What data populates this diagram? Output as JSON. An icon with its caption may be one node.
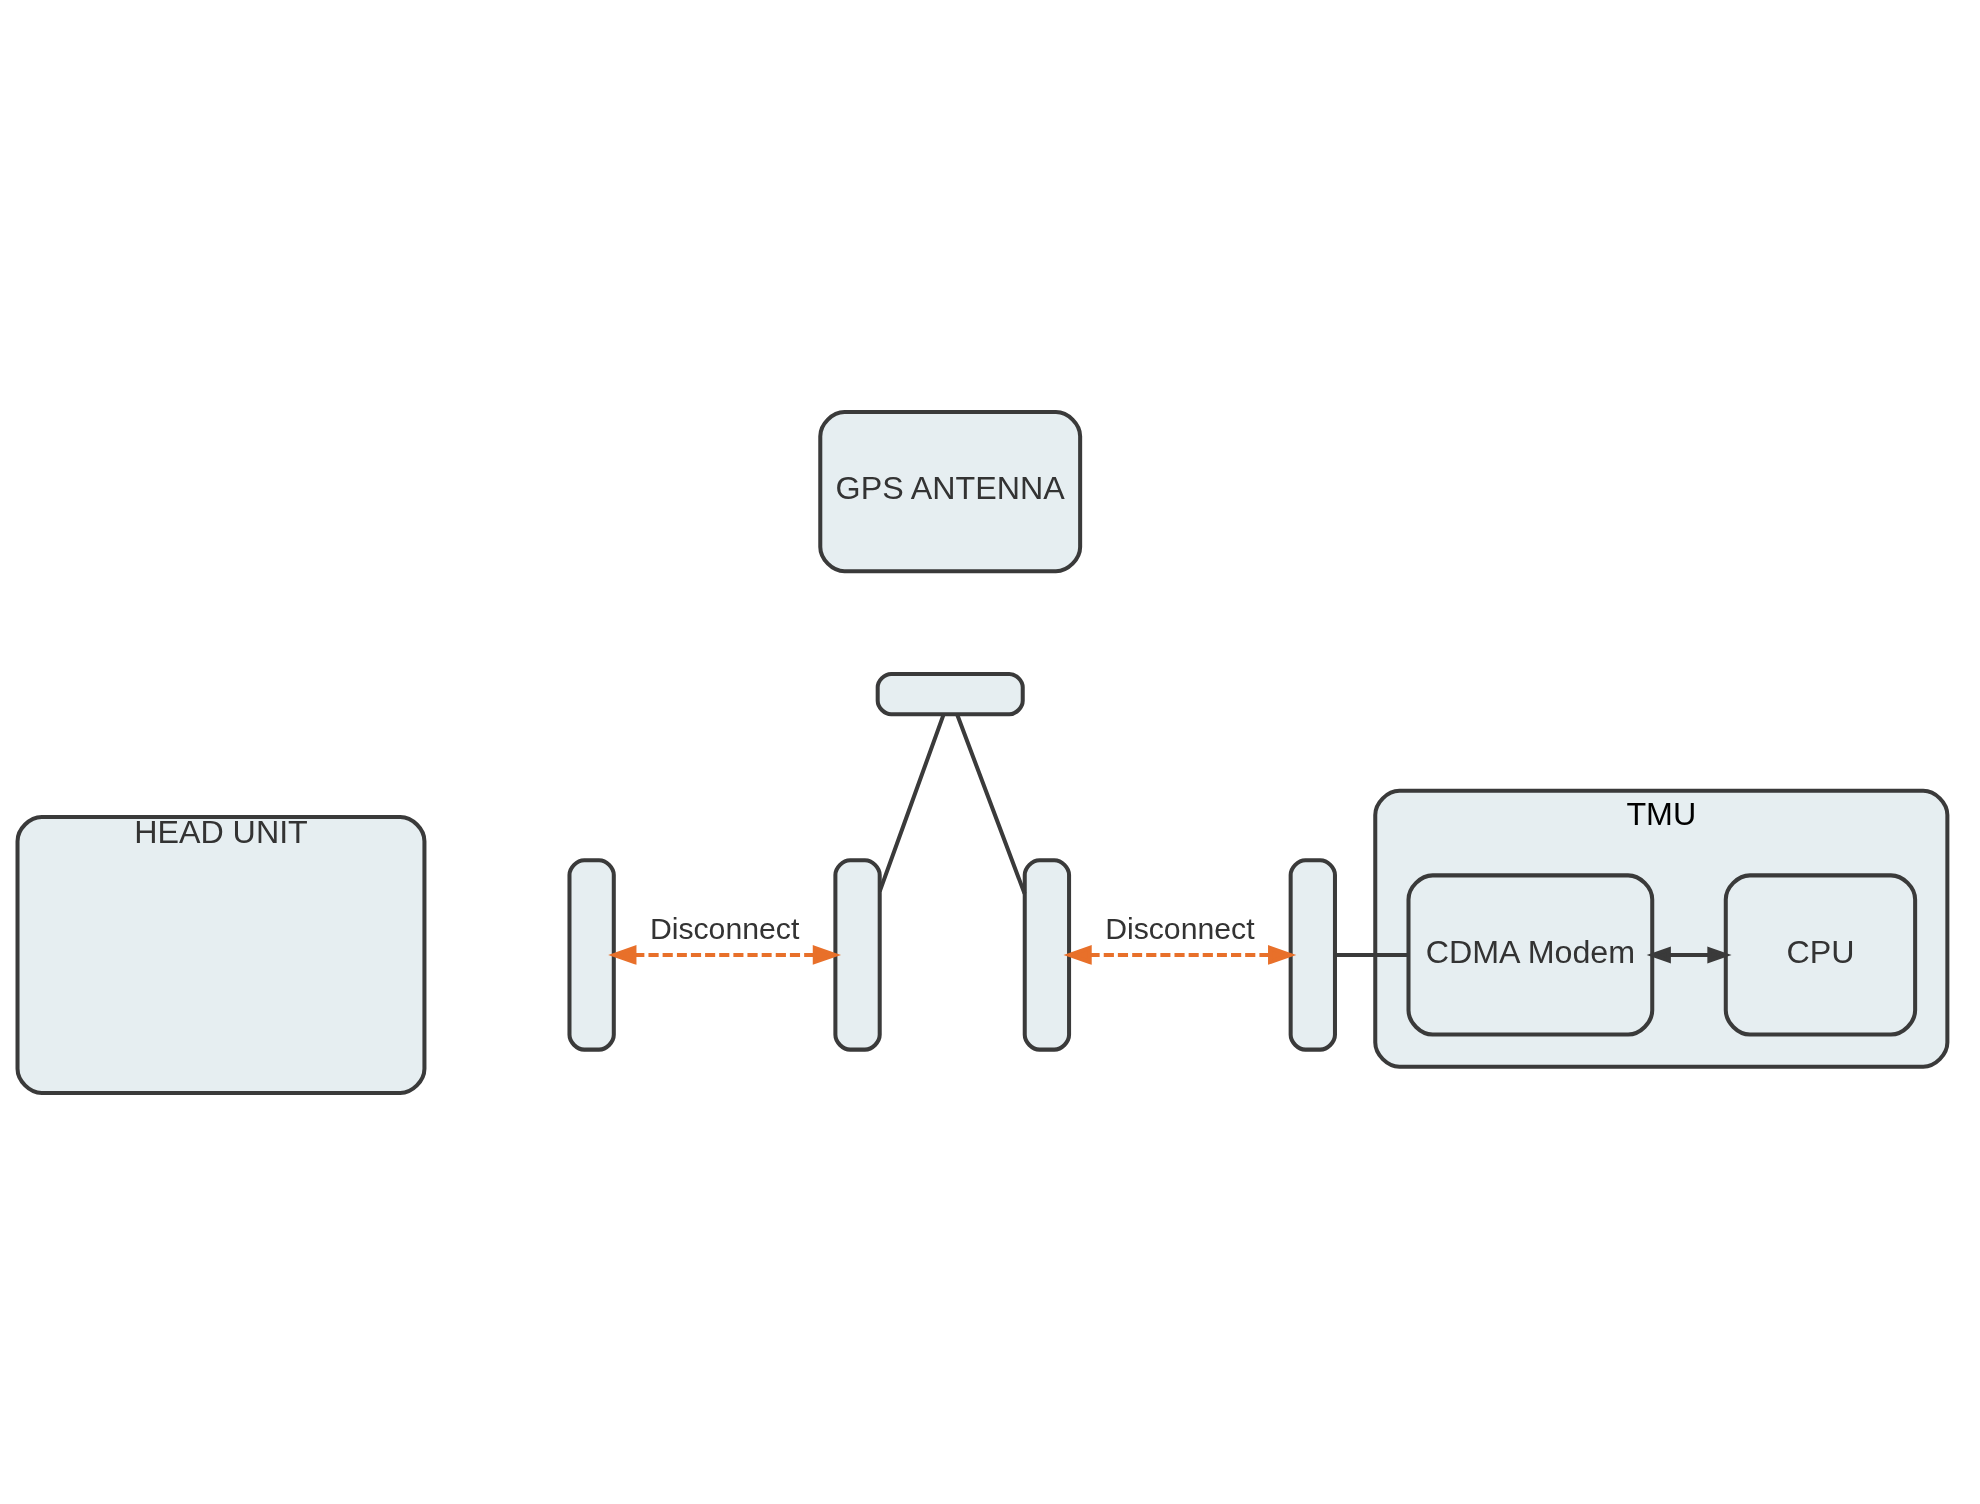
{
  "diagram": {
    "nodes": [
      {
        "text": [
          "GPS ANTENNA"
        ]
      },
      {
        "text": [],
        "shape": "box"
      },
      {
        "text": [
          "HEAD UNIT"
        ]
      },
      {
        "text": [],
        "shape": "box"
      },
      {
        "text": [],
        "shape": "box"
      },
      {
        "text": [],
        "shape": "box"
      },
      {
        "text": [],
        "shape": "box"
      },
      {
        "text": [
          "TMU"
        ]
      },
      {
        "text": [
          "CDMA Modem"
        ],
        "in": 7
      },
      {
        "text": [
          "CPU"
        ],
        "in": 7
      }
    ],
    "edges": [
      {
        "from": 1,
        "to": 4,
        "arrow": "none"
      },
      {
        "from": 1,
        "to": 5,
        "arrow": "none"
      },
      {
        "from": 3,
        "to": 4,
        "arrow": "both",
        "label": "Disconnect",
        "style": "dashed",
        "color": "#e8702a"
      },
      {
        "from": 5,
        "to": 6,
        "arrow": "both",
        "label": "Disconnect",
        "style": "dashed",
        "color": "#e8702a"
      },
      {
        "from": 6,
        "to": 8,
        "arrow": "none"
      },
      {
        "from": 8,
        "to": 9,
        "arrow": "both"
      }
    ]
  }
}
